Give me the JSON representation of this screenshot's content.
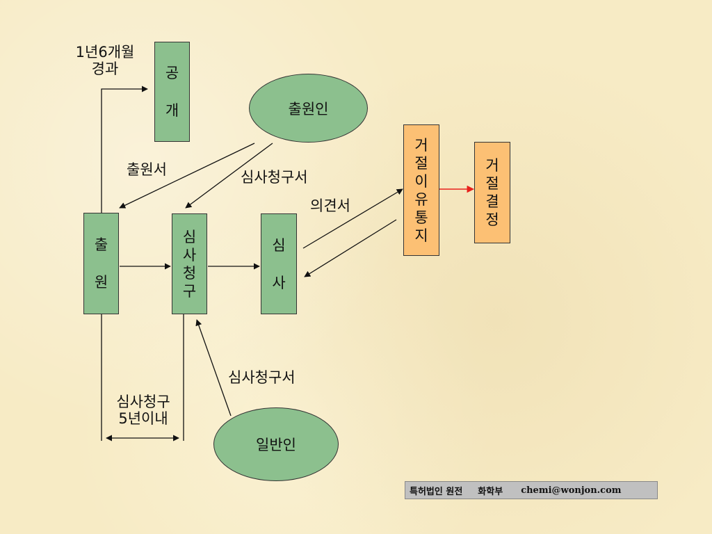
{
  "boxes": {
    "publication": [
      "공",
      "개"
    ],
    "application": [
      "출",
      "원"
    ],
    "exam_request": [
      "심",
      "사",
      "청",
      "구"
    ],
    "examination": [
      "심",
      "사"
    ],
    "rejection_notice": [
      "거",
      "절",
      "이",
      "유",
      "통",
      "지"
    ],
    "rejection_decision": [
      "거",
      "절",
      "결",
      "정"
    ]
  },
  "ellipses": {
    "applicant": "출원인",
    "public": "일반인"
  },
  "labels": {
    "publication_time_line1": "1년6개월",
    "publication_time_line2": "경과",
    "application_doc": "출원서",
    "exam_request_doc_top": "심사청구서",
    "opinion_doc": "의견서",
    "exam_request_doc_bottom": "심사청구서",
    "request_period_line1": "심사청구",
    "request_period_line2": "5년이내"
  },
  "footer": {
    "firm": "특허법인 원전",
    "dept": "화학부",
    "email": "chemi@wonjon.com"
  },
  "colors": {
    "box_green": "#8cc08e",
    "box_orange": "#fcc074",
    "arrow_red": "#e8201b",
    "line": "#111111"
  }
}
